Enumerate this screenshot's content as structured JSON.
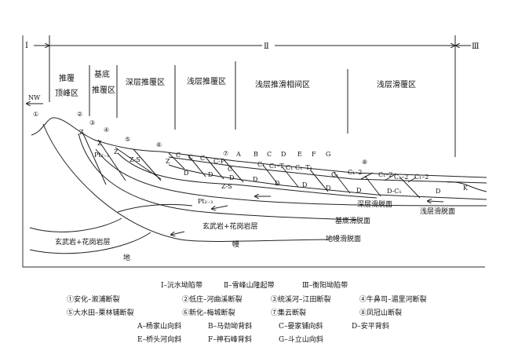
{
  "belts": {
    "I": "Ⅰ",
    "II": "Ⅱ",
    "III": "Ⅲ"
  },
  "direction": "NW",
  "zones": [
    {
      "line1": "推覆",
      "line2": "顶峰区"
    },
    {
      "line1": "基底",
      "line2": "推覆区"
    },
    {
      "line1": "深层推覆区"
    },
    {
      "line1": "浅层推覆区"
    },
    {
      "line1": "浅层推滑相间区"
    },
    {
      "line1": "浅层滑覆区"
    }
  ],
  "fault_numbers": [
    "①",
    "②",
    "③",
    "④",
    "⑤",
    "⑥",
    "⑦",
    "⑧"
  ],
  "fold_letters": [
    "A",
    "B",
    "C",
    "D",
    "E",
    "F",
    "G"
  ],
  "strata": {
    "Z": "Z",
    "ZS": "Z-S",
    "Pt": "Pt₂₋₃",
    "C": "C",
    "CP": "C-P",
    "D": "D",
    "C1": "C₁",
    "C1T": "C₁–T",
    "C1T1": "C₁–T₁",
    "C12": "C₁–2",
    "DC1": "D-C₁",
    "K": "K"
  },
  "layers": {
    "basalt_granite": "玄武岩+花岗岩层",
    "mantle_left": "地",
    "mantle_right": "幔",
    "deep_detachment": "深层滑脱面",
    "shallow_detachment": "浅层滑脱面",
    "basement_detachment": "基底滑脱面",
    "mantle_detachment": "地幔滑脱面"
  },
  "legend": {
    "belts": [
      "Ⅰ–沅水坳陷带",
      "Ⅱ–雪峰山隆起带",
      "Ⅲ–衡阳坳陷带"
    ],
    "faults": [
      "①安化–溆浦断裂",
      "②低庄–河曲溪断裂",
      "③统溪河–江田断裂",
      "④牛鼻司–湄里河断裂",
      "⑤大水田–栗林铺断裂",
      "⑥新化–梅城断裂",
      "⑦集云断裂",
      "⑧凤冠山断裂"
    ],
    "folds": [
      "A–杨家山向斜",
      "B–马劲坳背斜",
      "C–晏家铺向斜",
      "D–安平背斜",
      "E–桥头河向斜",
      "F–神石峰背斜",
      "G–斗立山向斜"
    ]
  }
}
